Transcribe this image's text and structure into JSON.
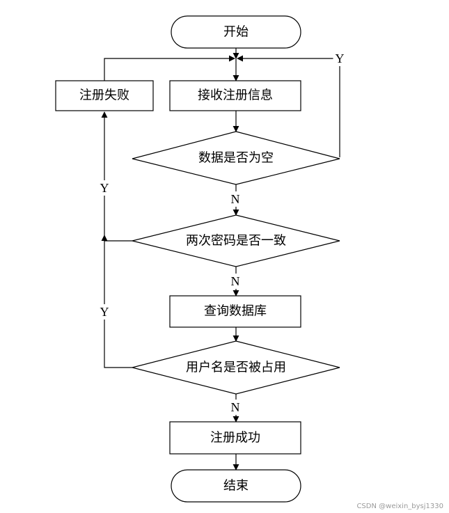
{
  "nodes": {
    "start": "开始",
    "receive": "接收注册信息",
    "fail": "注册失败",
    "is_empty": "数据是否为空",
    "pwd_match": "两次密码是否一致",
    "query_db": "查询数据库",
    "user_taken": "用户名是否被占用",
    "success": "注册成功",
    "end": "结束"
  },
  "edge_labels": {
    "empty_yes": "Y",
    "empty_no": "N",
    "pwd_yes": "Y",
    "pwd_no": "N",
    "taken_yes": "Y",
    "taken_no": "N"
  },
  "watermark": "CSDN @weixin_bysj1330"
}
